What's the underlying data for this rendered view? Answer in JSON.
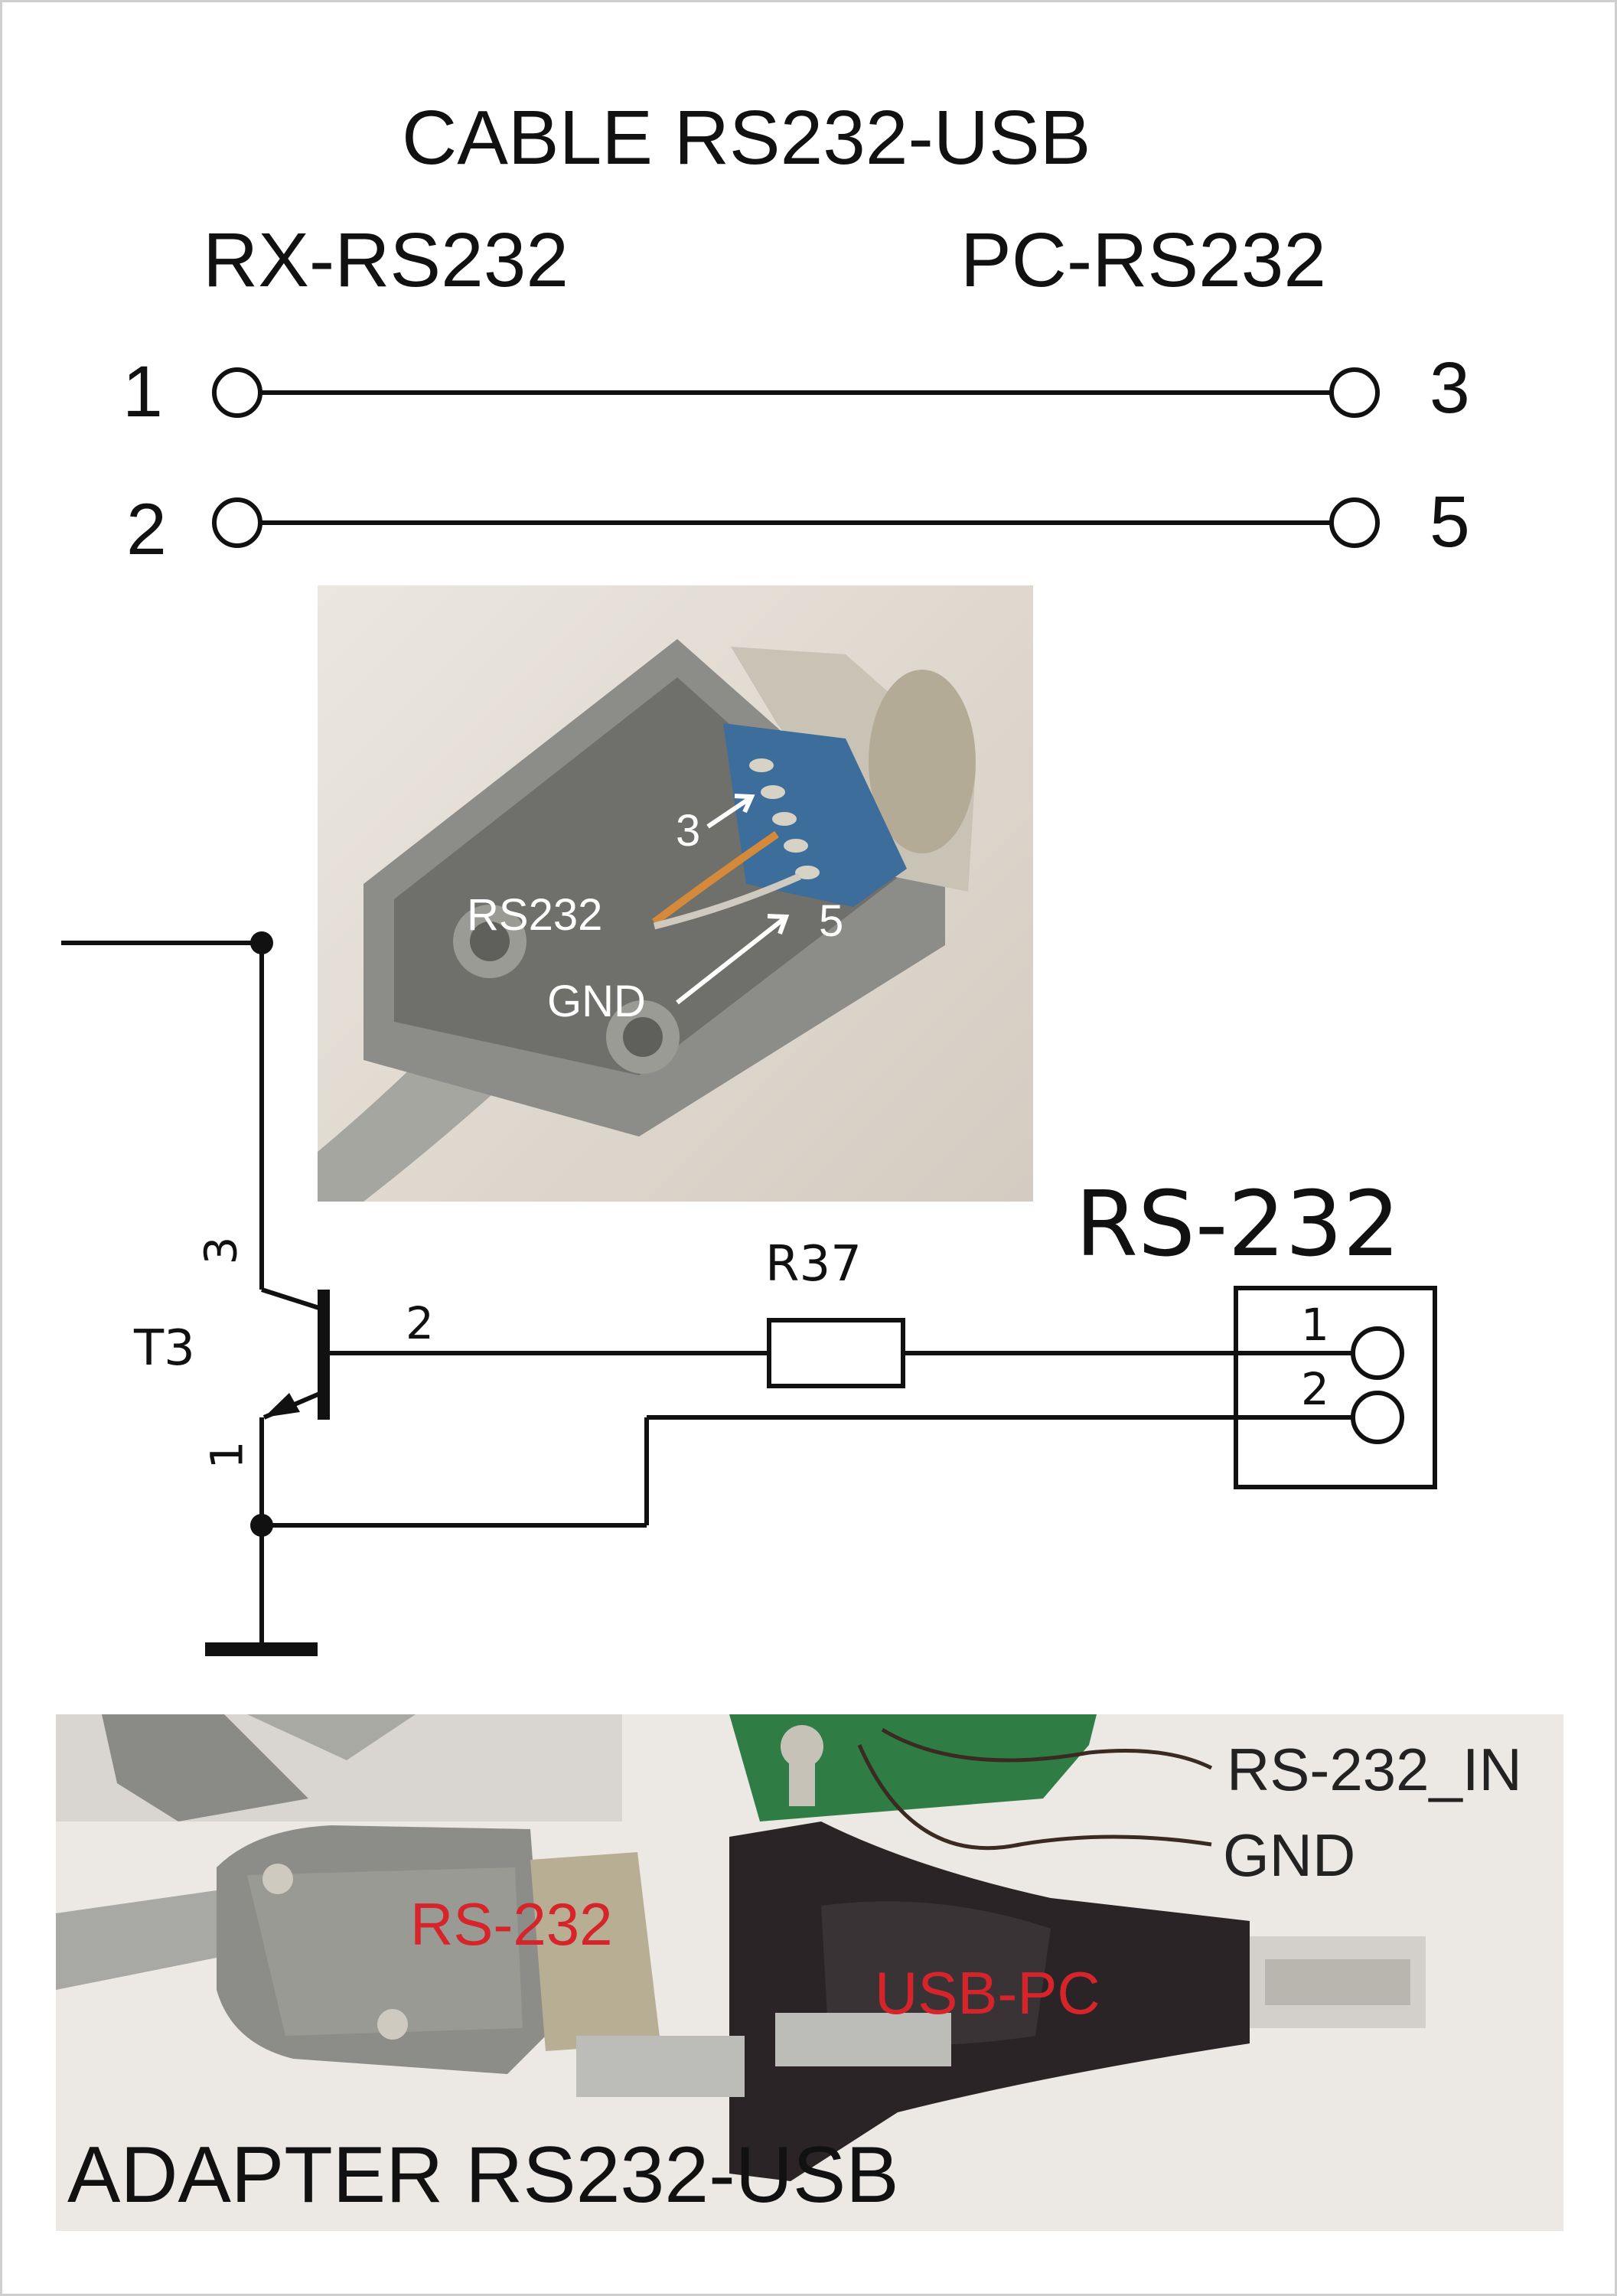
{
  "header": {
    "title": "CABLE  RS232-USB",
    "left_side": "RX-RS232",
    "right_side": "PC-RS232"
  },
  "cable": {
    "left_pins": [
      "1",
      "2"
    ],
    "right_pins": [
      "3",
      "5"
    ]
  },
  "photo_connector": {
    "pin3_label": "3",
    "pin5_label": "5",
    "rs232_label": "RS232",
    "gnd_label": "GND"
  },
  "schematic": {
    "connector_title": "RS-232",
    "resistor_label": "R37",
    "transistor_label": "T3",
    "pin_collector": "3",
    "pin_base": "2",
    "pin_emitter": "1",
    "connector_pins": [
      "1",
      "2"
    ]
  },
  "photo_adapter": {
    "rs232_in_label": "RS-232_IN",
    "gnd_label": "GND",
    "rs232_plug_label": "RS-232",
    "usb_pc_label": "USB-PC",
    "caption": "ADAPTER RS232-USB"
  },
  "colors": {
    "line": "#111111",
    "photo_bg_top": "#e9e4dc",
    "connector_gray": "#8c8c88",
    "connector_blue": "#3d6d9a",
    "adapter_black": "#2a2426",
    "red_label": "#d6252a"
  }
}
